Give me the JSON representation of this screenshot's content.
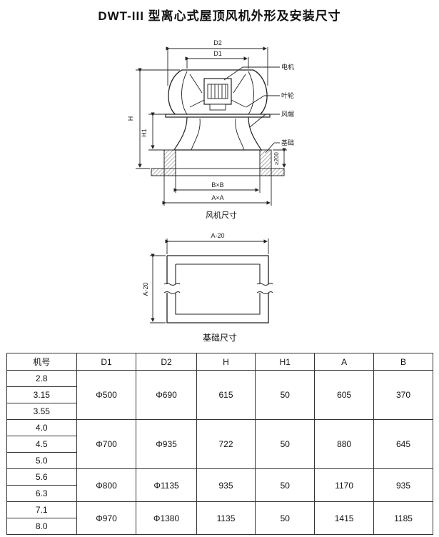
{
  "title": "DWT-III 型离心式屋顶风机外形及安装尺寸",
  "fan_diagram": {
    "caption": "风机尺寸",
    "dim_d2": "D2",
    "dim_d1": "D1",
    "dim_h": "H",
    "dim_h1": "H1",
    "dim_b": "B×B",
    "dim_a": "A×A",
    "dim_200": "≥200",
    "label_motor": "电机",
    "label_impeller": "叶轮",
    "label_hood": "风帽",
    "label_base": "基础"
  },
  "base_diagram": {
    "caption": "基础尺寸",
    "dim_top": "A-20",
    "dim_side": "A-20"
  },
  "table": {
    "headers": [
      "机号",
      "D1",
      "D2",
      "H",
      "H1",
      "A",
      "B"
    ],
    "groups": [
      {
        "models": [
          "2.8",
          "3.15",
          "3.55"
        ],
        "d1": "Φ500",
        "d2": "Φ690",
        "h": "615",
        "h1": "50",
        "a": "605",
        "b": "370"
      },
      {
        "models": [
          "4.0",
          "4.5",
          "5.0"
        ],
        "d1": "Φ700",
        "d2": "Φ935",
        "h": "722",
        "h1": "50",
        "a": "880",
        "b": "645"
      },
      {
        "models": [
          "5.6",
          "6.3"
        ],
        "d1": "Φ800",
        "d2": "Φ1135",
        "h": "935",
        "h1": "50",
        "a": "1170",
        "b": "935"
      },
      {
        "models": [
          "7.1",
          "8.0"
        ],
        "d1": "Φ970",
        "d2": "Φ1380",
        "h": "1135",
        "h1": "50",
        "a": "1415",
        "b": "1185"
      }
    ]
  }
}
